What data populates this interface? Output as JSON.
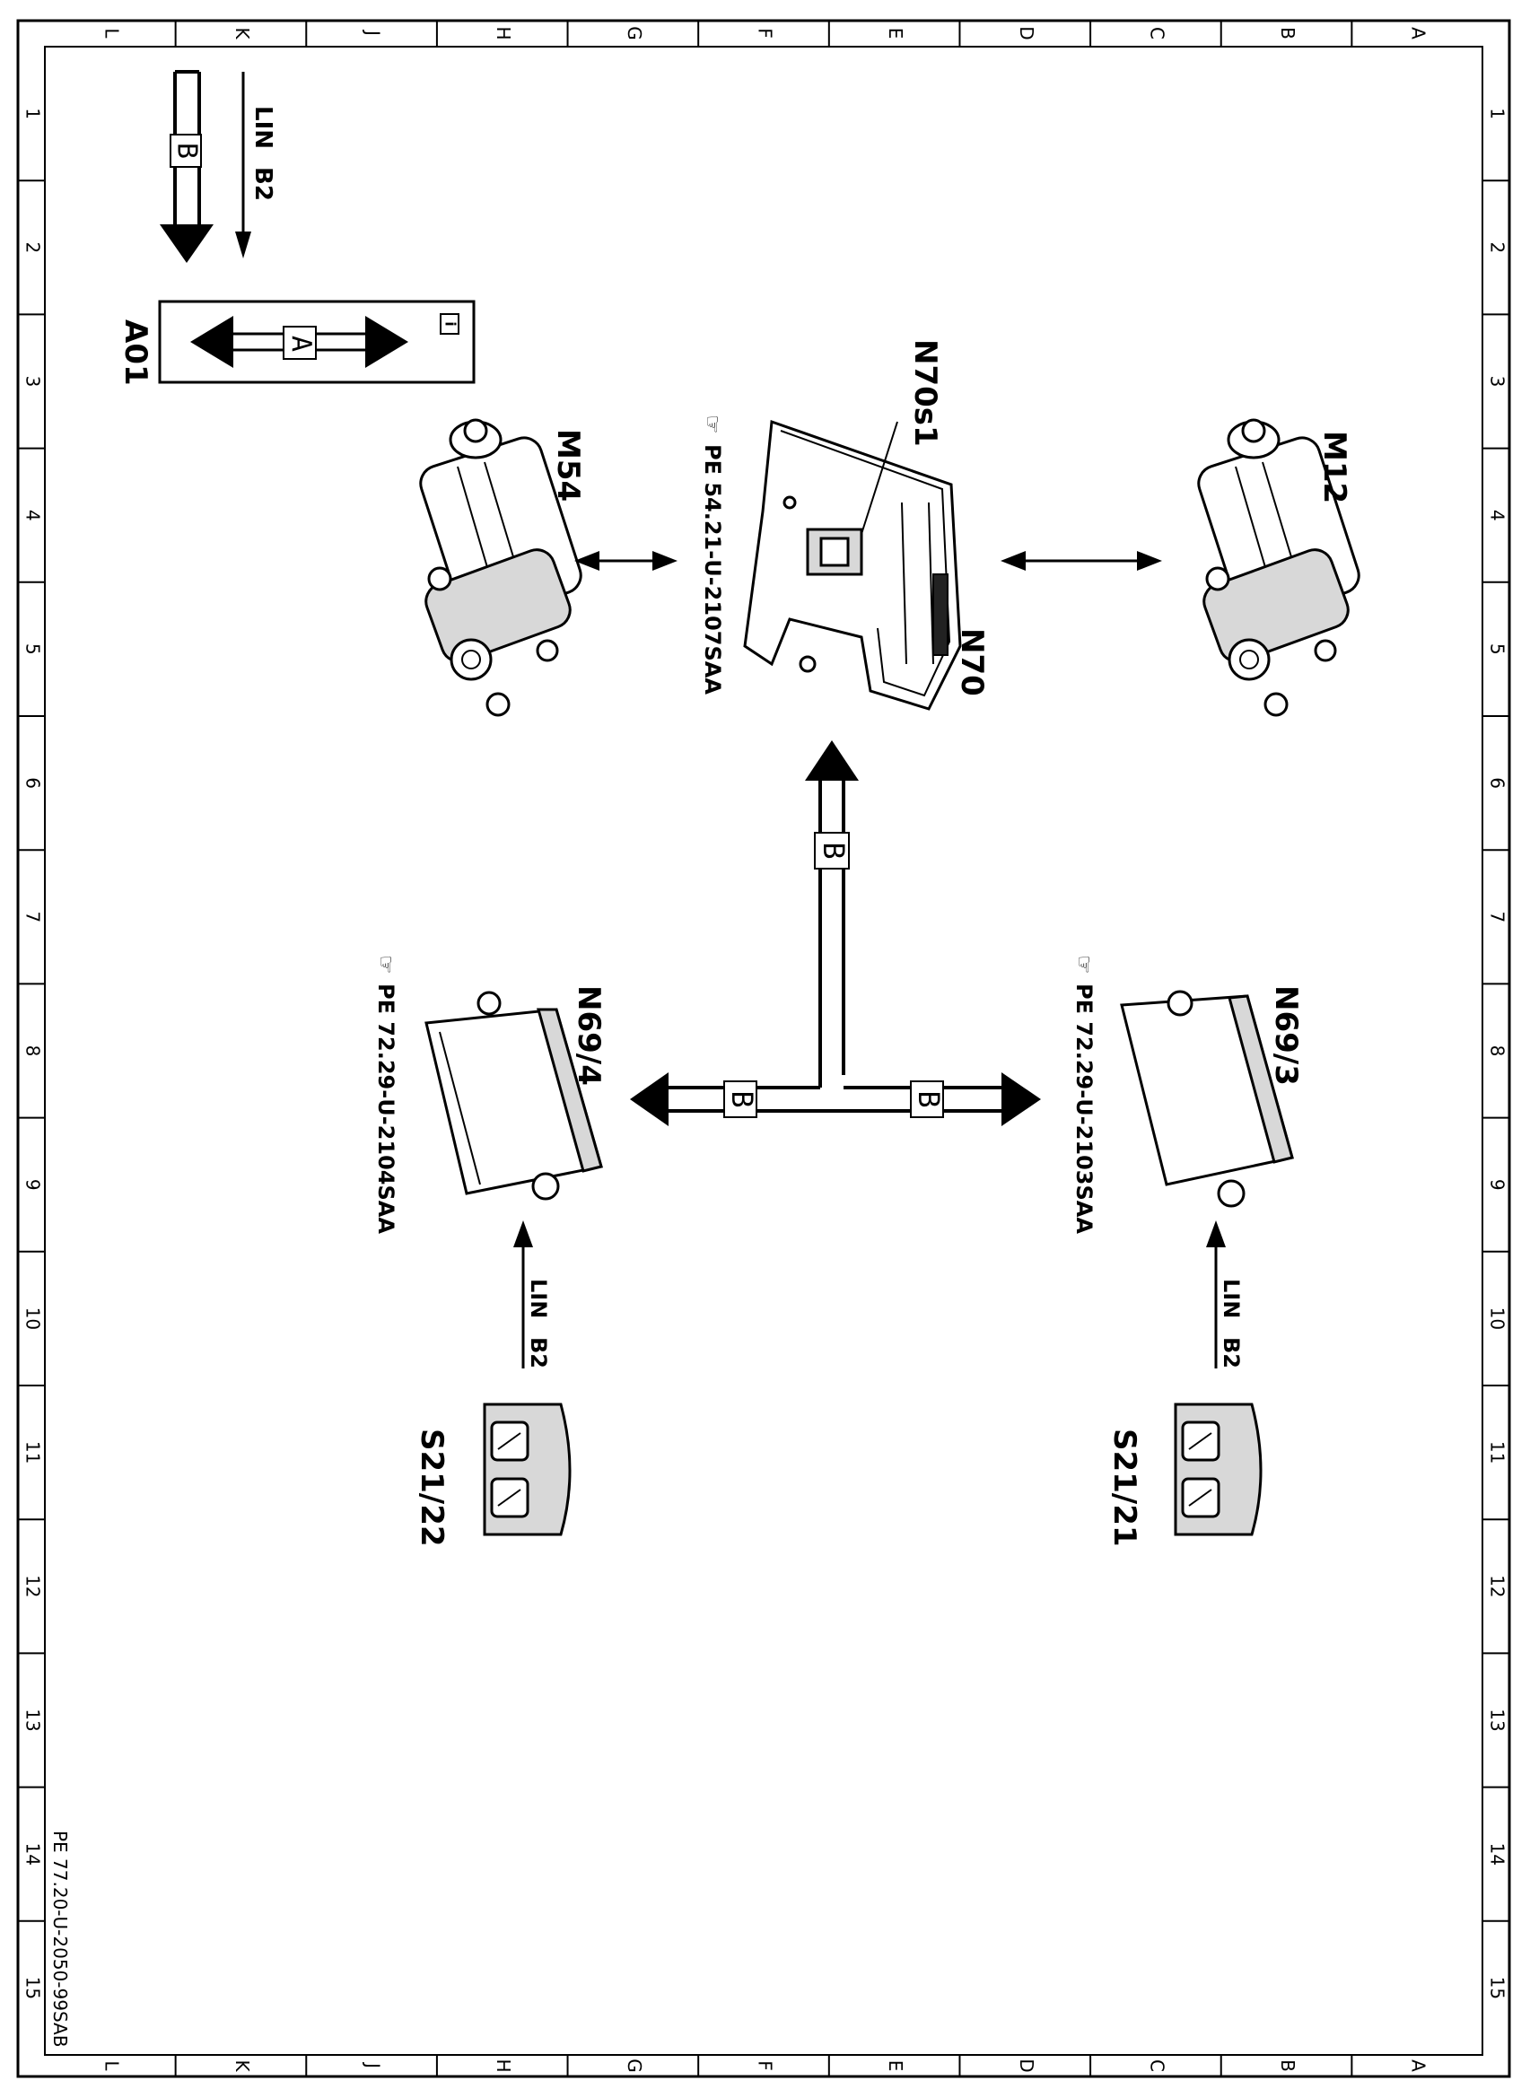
{
  "frame": {
    "column_letters": [
      "L",
      "K",
      "J",
      "H",
      "G",
      "F",
      "E",
      "D",
      "C",
      "B",
      "A"
    ],
    "row_numbers": [
      "1",
      "2",
      "3",
      "4",
      "5",
      "6",
      "7",
      "8",
      "9",
      "10",
      "11",
      "12",
      "13",
      "14",
      "15"
    ],
    "document_number": "PE 77.20-U-2050-99SAB"
  },
  "legend": {
    "bus_b_marker": "B",
    "lin_label": "LIN",
    "lin_sub": "B2",
    "a01_box_label": "A01",
    "a01_marker": "A",
    "info_icon": "i"
  },
  "components": {
    "n70": "N70",
    "n70s1": "N70s1",
    "n70_ref": "PE 54.21-U-2107SAA",
    "m54": "M54",
    "m12": "M12",
    "n69_4": "N69/4",
    "n69_4_ref": "PE 72.29-U-2104SAA",
    "n69_3": "N69/3",
    "n69_3_ref": "PE 72.29-U-2103SAA",
    "s21_22": "S21/22",
    "s21_21": "S21/21",
    "lin_left": "LIN",
    "lin_left_sub": "B2",
    "lin_right": "LIN",
    "lin_right_sub": "B2",
    "bus_center": "B",
    "bus_left": "B",
    "bus_right": "B"
  },
  "icons": [
    "pointing-hand-icon",
    "info-icon"
  ]
}
